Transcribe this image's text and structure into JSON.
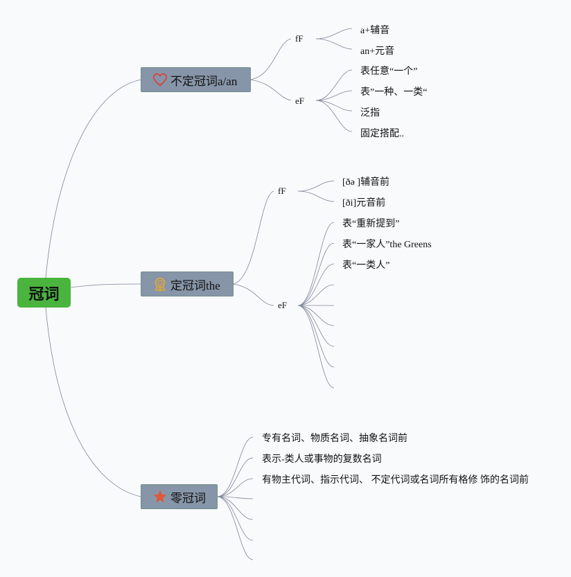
{
  "root": {
    "label": "冠词"
  },
  "branches": [
    {
      "label": "不定冠词a/an",
      "icon": "heart-icon",
      "subs": [
        {
          "label": "fF",
          "leaves": [
            "a+辅音",
            "an+元音"
          ]
        },
        {
          "label": "eF",
          "leaves": [
            "表任意“一个”",
            "表”一种、一类“",
            "泛指",
            "固定搭配.."
          ]
        }
      ]
    },
    {
      "label": "定冠词the",
      "icon": "badge-icon",
      "subs": [
        {
          "label": "fF",
          "leaves": [
            "[ðə ]辅音前",
            "[ði]元音前"
          ]
        },
        {
          "label": "eF",
          "leaves": [
            "表“重新提到”",
            "表“一家人”the Greens",
            "表“一类人”",
            "",
            "",
            "",
            "",
            "",
            ""
          ]
        }
      ]
    },
    {
      "label": "零冠词",
      "icon": "star-icon",
      "leaves": [
        "专有名词、物质名词、抽象名词前",
        "表示-类人或事物的复数名词",
        "有物主代词、指示代词、 不定代词或名词所有格修 饰的名词前",
        "",
        "",
        "",
        ""
      ]
    }
  ],
  "colors": {
    "root": "#4ab43f",
    "branch": "#8795a8",
    "line": "#7d8597",
    "heart": "#d9443c",
    "badge": "#e0a73a",
    "star": "#e0583a"
  }
}
